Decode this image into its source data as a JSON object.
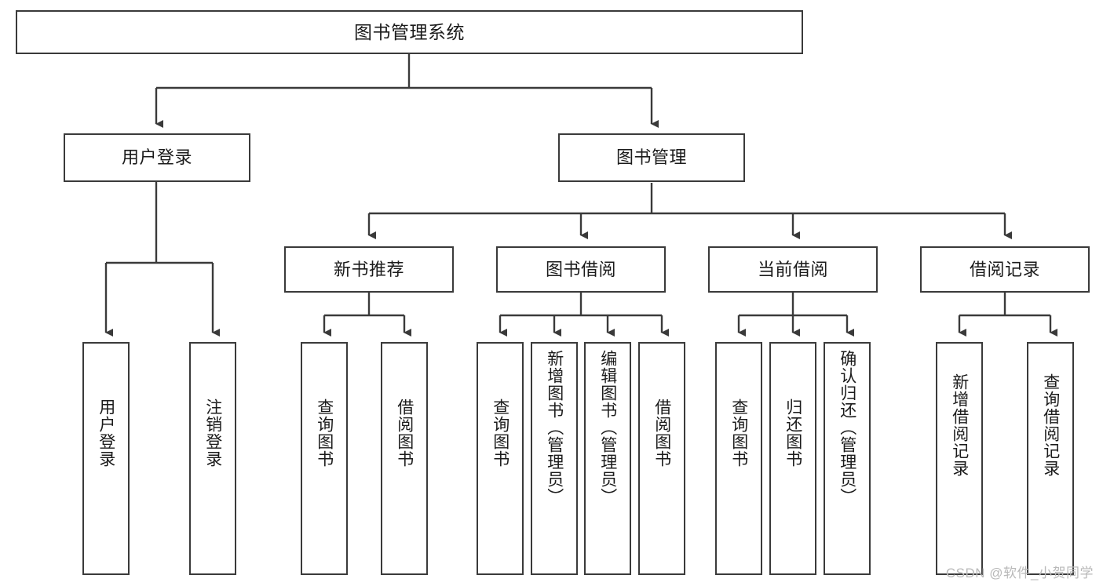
{
  "diagram": {
    "title": "图书管理系统",
    "type": "tree",
    "watermark": "CSDN @软件_小贺同学",
    "colors": {
      "box_border": "#3a3a3a",
      "box_fill": "#ffffff",
      "connector": "#3a3a3a",
      "text": "#1b1b1b",
      "watermark": "#b9b9b9",
      "background": "#ffffff"
    },
    "levels": {
      "root": {
        "label": "图书管理系统"
      },
      "level2": [
        {
          "id": "user-login",
          "label": "用户登录"
        },
        {
          "id": "book-manage",
          "label": "图书管理"
        }
      ],
      "level3": [
        {
          "id": "new-book-rec",
          "label": "新书推荐",
          "parent": "book-manage"
        },
        {
          "id": "book-borrow",
          "label": "图书借阅",
          "parent": "book-manage"
        },
        {
          "id": "current-borrow",
          "label": "当前借阅",
          "parent": "book-manage"
        },
        {
          "id": "borrow-record",
          "label": "借阅记录",
          "parent": "book-manage"
        }
      ],
      "leaves": [
        {
          "id": "leaf-user-login",
          "label": "用户登录",
          "parent": "user-login"
        },
        {
          "id": "leaf-logout",
          "label": "注销登录",
          "parent": "user-login"
        },
        {
          "id": "leaf-query-book-1",
          "label": "查询图书",
          "parent": "new-book-rec"
        },
        {
          "id": "leaf-borrow-book-1",
          "label": "借阅图书",
          "parent": "new-book-rec"
        },
        {
          "id": "leaf-query-book-2",
          "label": "查询图书",
          "parent": "book-borrow"
        },
        {
          "id": "leaf-add-book",
          "label": "新增图书（管理员）",
          "parent": "book-borrow"
        },
        {
          "id": "leaf-edit-book",
          "label": "编辑图书（管理员）",
          "parent": "book-borrow"
        },
        {
          "id": "leaf-borrow-book-2",
          "label": "借阅图书",
          "parent": "book-borrow"
        },
        {
          "id": "leaf-query-book-3",
          "label": "查询图书",
          "parent": "current-borrow"
        },
        {
          "id": "leaf-return-book",
          "label": "归还图书",
          "parent": "current-borrow"
        },
        {
          "id": "leaf-confirm-return",
          "label": "确认归还（管理员）",
          "parent": "current-borrow"
        },
        {
          "id": "leaf-add-record",
          "label": "新增借阅记录",
          "parent": "borrow-record"
        },
        {
          "id": "leaf-query-record",
          "label": "查询借阅记录",
          "parent": "borrow-record"
        }
      ]
    }
  }
}
